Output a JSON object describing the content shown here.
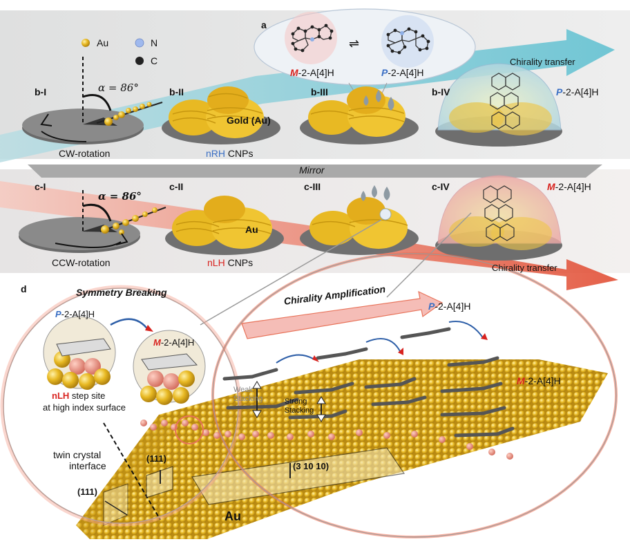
{
  "panel_a": {
    "tag": "a",
    "left_molecule": {
      "prefix": "M",
      "suffix": "-2-A[4]H"
    },
    "right_molecule": {
      "prefix": "P",
      "suffix": "-2-A[4]H"
    },
    "equilibrium_symbol": "⇌"
  },
  "legend": {
    "au": "Au",
    "n": "N",
    "c": "C"
  },
  "row_b": {
    "tags": [
      "b-I",
      "b-II",
      "b-III",
      "b-IV"
    ],
    "angle": "α = 86°",
    "rotation": "CW-rotation",
    "gold_label": "Gold (Au)",
    "np_label_colored": "nRH",
    "np_label_rest": " CNPs",
    "product": {
      "prefix": "P",
      "suffix": "-2-A[4]H"
    },
    "arrow_label": "Chirality transfer"
  },
  "mirror": "Mirror",
  "row_c": {
    "tags": [
      "c-I",
      "c-II",
      "c-III",
      "c-IV"
    ],
    "angle": "α = 86°",
    "rotation": "CCW-rotation",
    "gold_label": "Au",
    "np_label_colored": "nLH",
    "np_label_rest": " CNPs",
    "product": {
      "prefix": "M",
      "suffix": "-2-A[4]H"
    },
    "arrow_label": "Chirality transfer"
  },
  "panel_d": {
    "tag": "d",
    "symmetry_breaking": "Symmetry Breaking",
    "chirality_amplification": "Chirality Amplification",
    "inset_left": {
      "prefix": "P",
      "suffix": "-2-A[4]H"
    },
    "inset_right": {
      "prefix": "M",
      "suffix": "-2-A[4]H"
    },
    "step_site_colored": "nLH",
    "step_site_rest": " step site",
    "step_site_line2": "at high index surface",
    "top_product": {
      "prefix": "P",
      "suffix": "-2-A[4]H"
    },
    "right_product": {
      "prefix": "M",
      "suffix": "-2-A[4]H"
    },
    "weak": "Weak",
    "weak2": "Stacking",
    "strong": "Strong",
    "strong2": "Stacking",
    "twin1": "twin crystal",
    "twin2": "interface",
    "facet1": "(111)",
    "facet2": "(111)",
    "facet3": "(3 10 10)",
    "au": "Au"
  },
  "colors": {
    "gold": "#e8b923",
    "blue": "#3a6fc4",
    "red": "#d8231f",
    "teal": "#7ec9d4",
    "salmon": "#e8735a"
  }
}
